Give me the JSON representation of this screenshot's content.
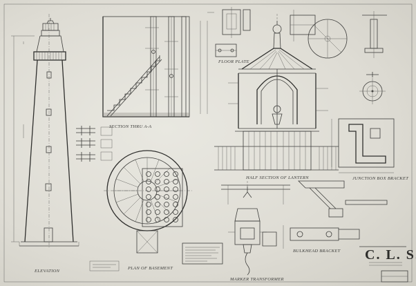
{
  "drawing": {
    "labels": {
      "elevation": "ELEVATION",
      "section_aa": "SECTION THRU A-A",
      "plan_basement": "PLAN OF BASEMENT",
      "half_section_lantern": "HALF SECTION OF LANTERN",
      "junction_box_bracket": "JUNCTION BOX BRACKET",
      "marker_transformer": "MARKER TRANSFORMER",
      "floor_plate": "FLOOR PLATE",
      "bulkhead_bracket": "BULKHEAD BRACKET"
    },
    "title_block": {
      "initials": "C. L. S."
    },
    "colors": {
      "paper": "#e6e5de",
      "ink": "#3d3d3b"
    }
  }
}
